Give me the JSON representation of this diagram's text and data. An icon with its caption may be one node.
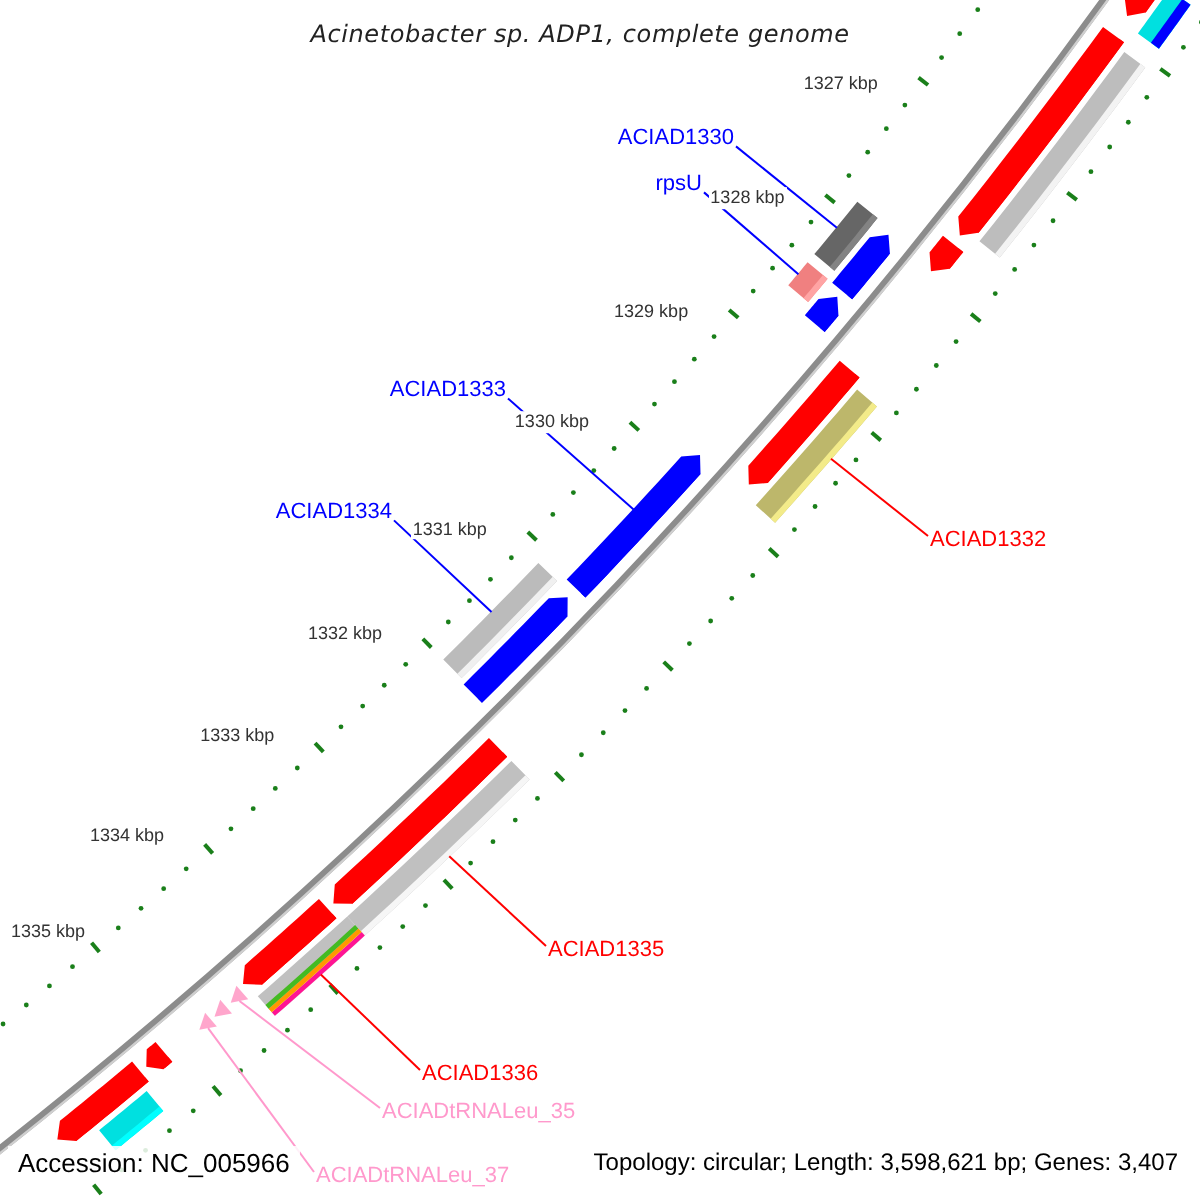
{
  "diagram": {
    "title": "Acinetobacter sp. ADP1, complete genome",
    "nodes": [
      {
        "text": [
          "ACIAD1330"
        ]
      },
      {
        "text": [],
        "shape": "bar"
      },
      {
        "text": [
          "rpsU"
        ]
      },
      {
        "text": [],
        "shape": "bar"
      },
      {
        "text": [
          "ACIAD1333"
        ]
      },
      {
        "text": [],
        "shape": "arrow"
      },
      {
        "text": [
          "ACIAD1332"
        ]
      },
      {
        "text": [],
        "shape": "bar"
      },
      {
        "text": [
          "ACIAD1334"
        ]
      },
      {
        "text": [],
        "shape": "bar"
      },
      {
        "text": [
          "ACIAD1335"
        ]
      },
      {
        "text": [],
        "shape": "bar"
      },
      {
        "text": [
          "ACIAD1336"
        ]
      },
      {
        "text": [],
        "shape": "bar"
      },
      {
        "text": [
          "ACIADtRNALeu_35"
        ]
      },
      {
        "text": [],
        "shape": "triangle"
      },
      {
        "text": [
          "ACIADtRNALeu_37"
        ]
      },
      {
        "text": [],
        "shape": "triangle"
      },
      {
        "text": [],
        "shape": "arrow"
      },
      {
        "text": [],
        "shape": "bar"
      },
      {
        "text": [],
        "shape": "arrow"
      },
      {
        "text": [],
        "shape": "bar"
      },
      {
        "text": [],
        "shape": "arrow"
      },
      {
        "text": [],
        "shape": "arrow"
      },
      {
        "text": [],
        "shape": "arrow"
      },
      {
        "text": [],
        "shape": "arrow"
      },
      {
        "text": [],
        "shape": "arrow"
      },
      {
        "text": [],
        "shape": "arrow"
      },
      {
        "text": [],
        "shape": "arrow"
      },
      {
        "text": [],
        "shape": "triangle"
      },
      {
        "text": [],
        "shape": "arrow"
      },
      {
        "text": [],
        "shape": "arrow"
      },
      {
        "text": [],
        "shape": "bar"
      }
    ],
    "edges": [
      {
        "from": 0,
        "to": 1,
        "arrow": "none"
      },
      {
        "from": 2,
        "to": 3,
        "arrow": "none"
      },
      {
        "from": 4,
        "to": 5,
        "arrow": "none"
      },
      {
        "from": 6,
        "to": 7,
        "arrow": "none",
        "color": "#ff0000"
      },
      {
        "from": 8,
        "to": 9,
        "arrow": "none"
      },
      {
        "from": 10,
        "to": 11,
        "arrow": "none",
        "color": "#ff0000"
      },
      {
        "from": 12,
        "to": 13,
        "arrow": "none",
        "color": "#ff0000"
      },
      {
        "from": 14,
        "to": 15,
        "arrow": "none",
        "color": "#ff99cc"
      },
      {
        "from": 16,
        "to": 17,
        "arrow": "none",
        "color": "#ff99cc"
      }
    ],
    "labels": [
      "1327 kbp",
      "1328 kbp",
      "1329 kbp",
      "1330 kbp",
      "1331 kbp",
      "1332 kbp",
      "1333 kbp",
      "1334 kbp",
      "1335 kbp",
      "Accession: NC_005966",
      "Topology: circular; Length: 3,598,621 bp; Genes: 3,407"
    ]
  }
}
